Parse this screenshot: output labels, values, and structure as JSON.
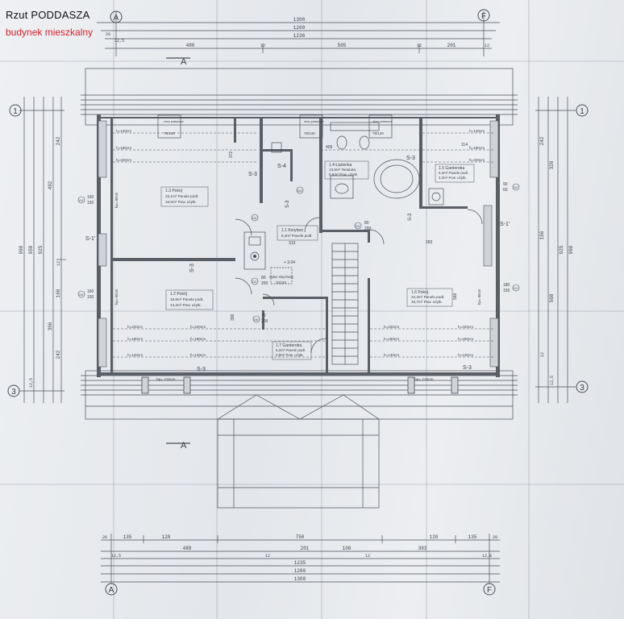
{
  "header": {
    "title": "Rzut PODDASZA",
    "subtitle": "budynek mieszkalny"
  },
  "axes": {
    "a": "A",
    "f": "F",
    "row1": "1",
    "row3": "3",
    "section": "A"
  },
  "dims_top": {
    "total": "1300",
    "d1260": "1260",
    "d1236": "1236",
    "d480": "480",
    "d505": "505",
    "d201": "201",
    "d12a": "12",
    "d12b": "12",
    "d12c": "12",
    "d20": "20",
    "d125": "12,5"
  },
  "dims_bottom": {
    "d20a": "20",
    "d135a": "135",
    "d120a": "120",
    "d750": "750",
    "d120b": "120",
    "d135b": "135",
    "d20b": "20",
    "d480": "480",
    "d201": "201",
    "d100": "100",
    "d393": "393",
    "d12a": "12",
    "d12b": "12",
    "d1235": "1235",
    "d1260": "1260",
    "total": "1300",
    "d125": "12,5",
    "d128": "12,8"
  },
  "dims_left": {
    "d990": "990",
    "d950": "950",
    "d925": "925",
    "d492": "492",
    "d242a": "242",
    "d160": "160",
    "d396": "396",
    "d242b": "242",
    "d12": "12",
    "d125": "12,5"
  },
  "dims_right": {
    "d990": "990",
    "d925": "925",
    "d320": "320",
    "d196": "196",
    "d568": "568",
    "d242": "242",
    "d12": "12",
    "d125": "12,5"
  },
  "rooms": [
    {
      "label": "1.3 Pokój",
      "l1": "23,1m² Panele podł.",
      "l2": "16,5m² Pow. użytk."
    },
    {
      "label": "1.2 Pokój",
      "l1": "18,9m² Panele podł.",
      "l2": "14,2m² Pow. użytk."
    },
    {
      "label": "1.1 Korytarz",
      "l1": "8,4m² Panele podł.",
      "l2": ""
    },
    {
      "label": "1.4 Łazienka",
      "l1": "13,9m² Terakota",
      "l2": "8,6m² Pow. użytk."
    },
    {
      "label": "1.5 Garderoba",
      "l1": "5,3m² Panele podł.",
      "l2": "3,3m² Pow. użytk."
    },
    {
      "label": "1.6 Pokój",
      "l1": "22,3m² Panele podł.",
      "l2": "18,7m² Pow. użytk."
    },
    {
      "label": "1.7 Garderoba",
      "l1": "5,2m² Panele podł.",
      "l2": "2,8m² Pow. użytk."
    }
  ],
  "annotations": {
    "okno1": "okno połaciowe",
    "okno1dim": "78/140",
    "okno2": "okno połaciowe",
    "okno2dim": "78/140",
    "okno3": "okno połaciowe",
    "okno3dim": "78/140",
    "wylaz": "wyłaz strychowy",
    "wylazdim": "70/120",
    "level": "+ 3.04",
    "h140a": "h=140cm",
    "h190a": "h=190cm",
    "h220a": "h=220cm",
    "h140b": "h=140cm",
    "h190b": "h=190cm",
    "h220b": "h=220cm",
    "h220c": "h=220cm",
    "h190c": "h=190cm",
    "h140c": "h=140cm",
    "h220d": "h=220cm",
    "h190d": "h=190cm",
    "h140d": "h=140cm",
    "h220e": "h=220cm",
    "h190e": "h=190cm",
    "h140e": "h=140cm",
    "h220f": "h=220cm",
    "h190f": "h=190cm",
    "h140f": "h=140cm",
    "hp115a": "hp= 115cm",
    "hp115b": "hp= 115cm",
    "hp80a": "hp= 80cm",
    "hp80b": "hp= 80cm",
    "hp80c": "hp= 80cm",
    "s3a": "S-3",
    "s3b": "S-3",
    "s3c": "S-3",
    "s3d": "S-3",
    "s3e": "S-3",
    "s3f": "S-3",
    "s3g": "S-3",
    "s4": "S-4",
    "s1a": "S-1'",
    "s1b": "S-1'",
    "o4a": "O4",
    "o4b": "O4",
    "o1": "O1",
    "o2": "O2",
    "d3a": "D3",
    "d3b": "D3",
    "d3c": "D3",
    "d4": "D4",
    "d6": "D6",
    "w160a": "160",
    "w150a": "150",
    "w160b": "160",
    "w150b": "150",
    "w180": "180",
    "w150c": "150",
    "w90": "90",
    "w60": "60",
    "w80a": "80",
    "w200a": "200",
    "w80b": "80",
    "w200b": "200",
    "w70": "70",
    "w200c": "200",
    "d409": "409",
    "d114": "114",
    "d283": "283",
    "d313": "313",
    "d568": "568",
    "d396": "396",
    "d372": "372"
  },
  "colors": {
    "title": "#111111",
    "subtitle": "#d2232a",
    "lines": "#4a4f57"
  }
}
